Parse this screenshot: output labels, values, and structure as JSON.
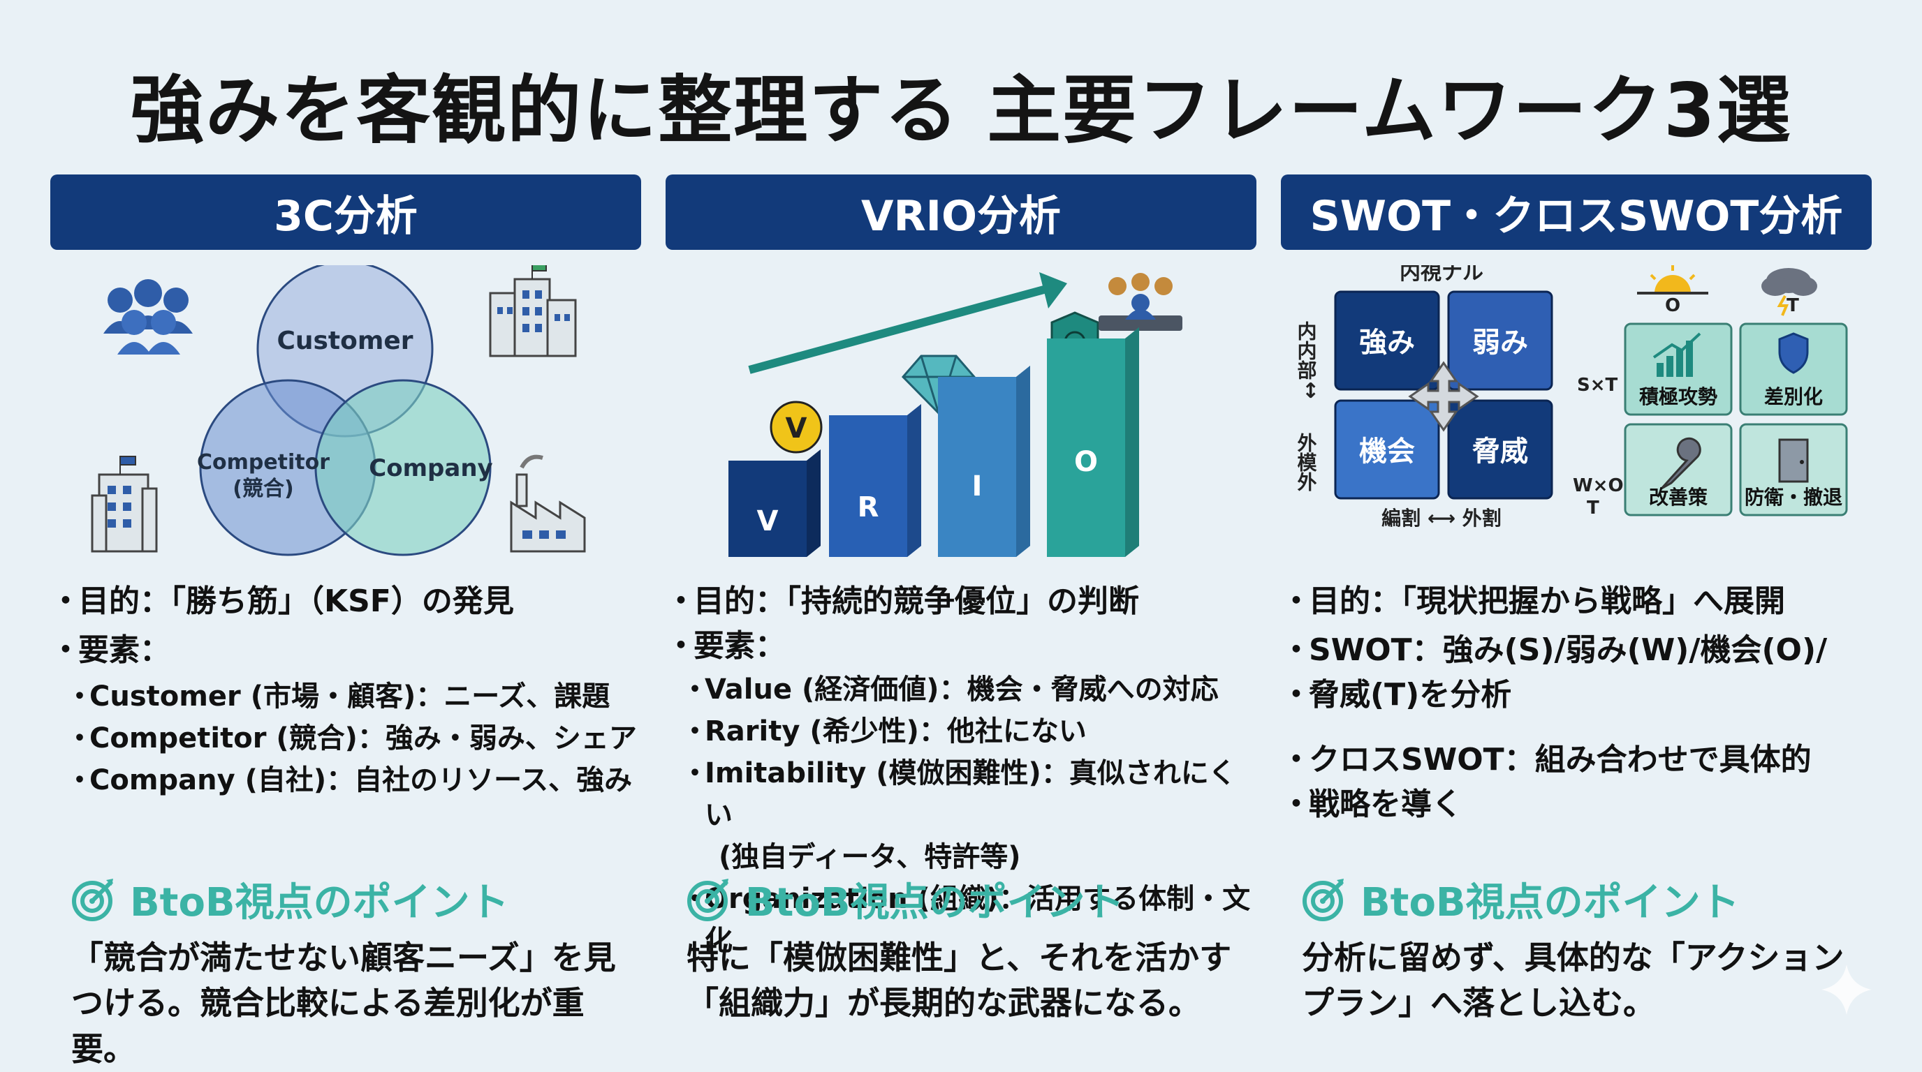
{
  "title": "強みを客観的に整理する 主要フレームワーク3選",
  "columns": [
    {
      "header": "3C分析",
      "diagram": {
        "customer": "Customer",
        "competitor_l1": "Competitor",
        "competitor_l2": "(競合)",
        "company": "Company"
      },
      "purpose": "目的：「勝ち筋」（KSF）の発見",
      "elements_label": "要素：",
      "items": [
        "Customer (市場・顧客)：ニーズ、課題",
        "Competitor (競合)：強み・弱み、シェア",
        "Company (自社)：自社のリソース、強み"
      ],
      "point_title": "BtoB視点のポイント",
      "point_lines": [
        "「競合が満たせない顧客ニーズ」を見",
        "つける。競合比較による差別化が重要。"
      ]
    },
    {
      "header": "VRIO分析",
      "diagram": {
        "v_coin": "V",
        "bars": [
          "V",
          "R",
          "I",
          "O"
        ]
      },
      "purpose": "目的：「持続的競争優位」の判断",
      "elements_label": "要素：",
      "items": [
        "Value (経済価値)：機会・脅威への対応",
        "Rarity (希少性)：他社にない",
        "Imitability (模倣困難性)：真似されにくい",
        "Organization (組織)：活用する体制・文化"
      ],
      "items_cont": "(独自ディータ、特許等)",
      "point_title": "BtoB視点のポイント",
      "point_lines": [
        "特に「模倣困難性」と、それを活かす",
        "「組織力」が長期的な武器になる。"
      ]
    },
    {
      "header": "SWOT・クロスSWOT分析",
      "diagram": {
        "top_label": "内視ナル",
        "left_label_top": "内内部",
        "left_label_bottom": "外模外",
        "bottom_label": "編割 ⟷ 外割",
        "cells": [
          "強み",
          "弱み",
          "機会",
          "脅威"
        ],
        "sun_label": "O",
        "storm_label": "T",
        "row1_label": "S×T",
        "row2_label_1": "W×O",
        "row2_label_2": "T",
        "tiles": [
          "積極攻勢",
          "差別化",
          "改善策",
          "防衛・撤退"
        ]
      },
      "purpose": "目的：「現状把握から戦略」へ展開",
      "swot_line1": "SWOT：強み(S)/弱み(W)/機会(O)/",
      "swot_line2": "脅威(T)を分析",
      "cross_line1": "クロスSWOT：組み合わせで具体的",
      "cross_line2": "戦略を導く",
      "point_title": "BtoB視点のポイント",
      "point_lines": [
        "分析に留めず、具体的な「アクション",
        "プラン」へ落とし込む。"
      ]
    }
  ],
  "colors": {
    "header_bg": "#123a7a",
    "accent_teal": "#3bb3a5",
    "navy": "#123a7a",
    "background": "#e9f1f6"
  }
}
